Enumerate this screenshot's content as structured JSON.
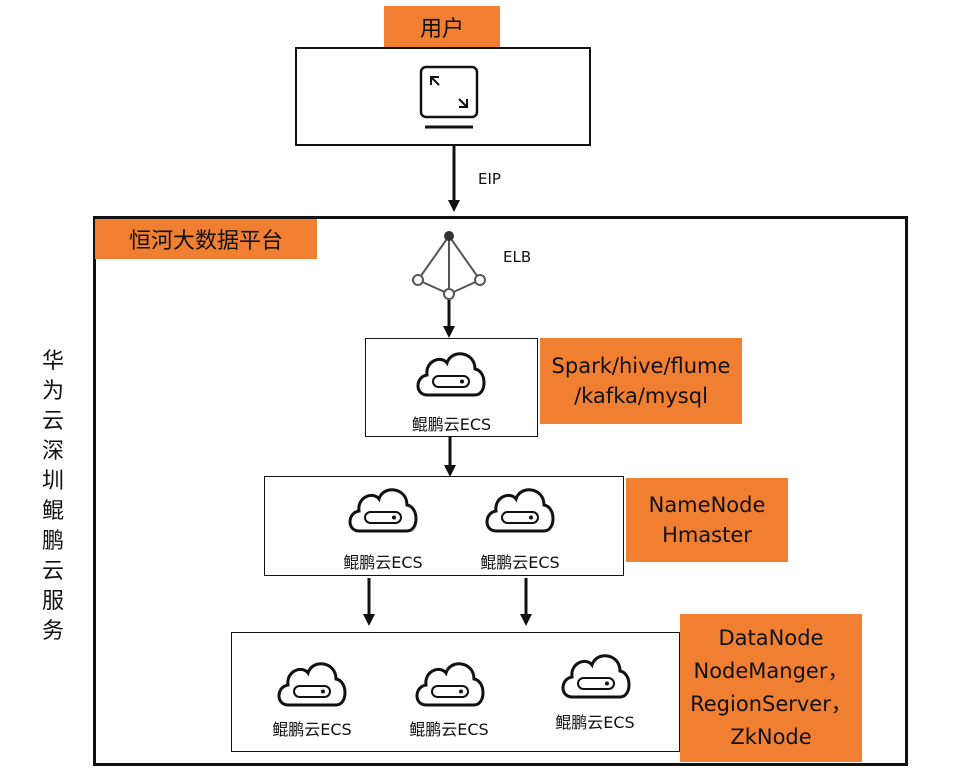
{
  "user": {
    "label": "用户"
  },
  "eip": {
    "label": "EIP"
  },
  "platform": {
    "label": "恒河大数据平台"
  },
  "elb": {
    "label": "ELB"
  },
  "side_label": [
    "华",
    "为",
    "云",
    "深",
    "圳",
    "鲲",
    "鹏",
    "云",
    "服",
    "务"
  ],
  "tier1": {
    "ecs_label": "鲲鹏云ECS",
    "roles": [
      "Spark/hive/flume",
      "/kafka/mysql"
    ]
  },
  "tier2": {
    "ecs_labels": [
      "鲲鹏云ECS",
      "鲲鹏云ECS"
    ],
    "roles": [
      "NameNode",
      "Hmaster"
    ]
  },
  "tier3": {
    "ecs_labels": [
      "鲲鹏云ECS",
      "鲲鹏云ECS",
      "鲲鹏云ECS"
    ],
    "roles": [
      "DataNode",
      "NodeManger，",
      "RegionServer，",
      "ZkNode"
    ]
  },
  "colors": {
    "accent": "#f07f32",
    "line": "#111111"
  },
  "icons": {
    "user": "monitor-icon",
    "elb": "load-balancer-icon",
    "ecs": "cloud-server-icon"
  }
}
